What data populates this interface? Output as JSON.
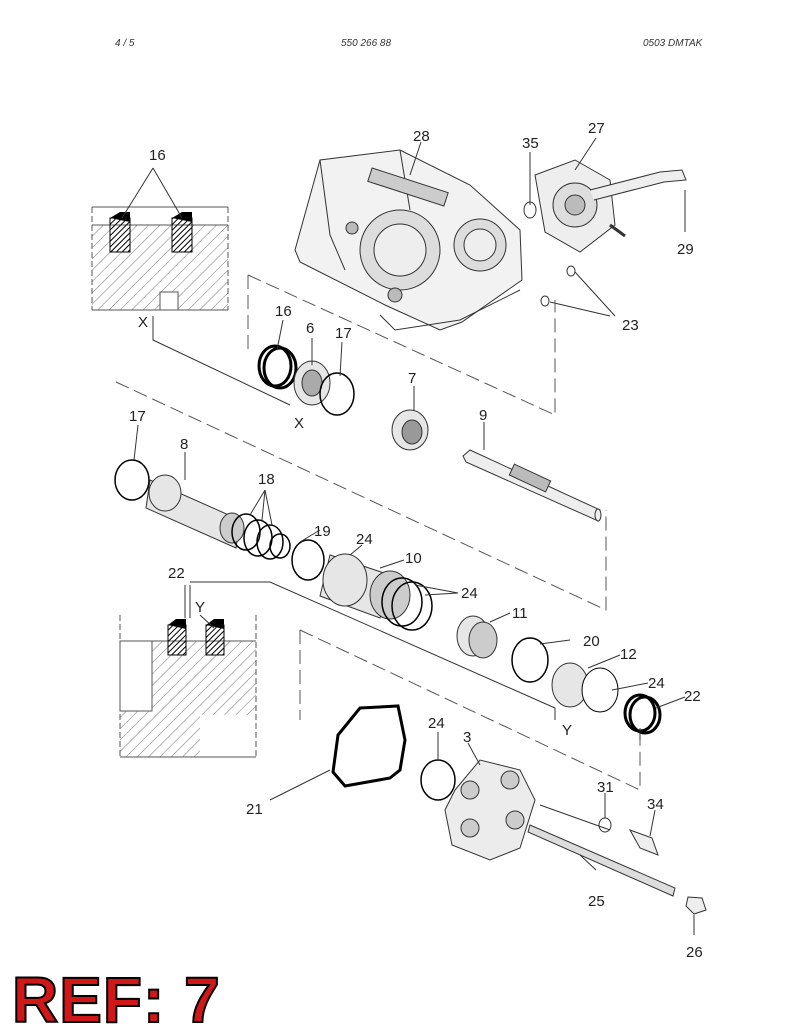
{
  "header": {
    "page": "4 /   5",
    "document_number": "550 266 88",
    "code": "0503   DMTAK"
  },
  "callouts": {
    "n16a": "16",
    "n28": "28",
    "n35": "35",
    "n27": "27",
    "n29": "29",
    "n23": "23",
    "xa": "X",
    "n16b": "16",
    "n6": "6",
    "n17a": "17",
    "n7": "7",
    "xb": "X",
    "n9": "9",
    "n17b": "17",
    "n8": "8",
    "n18": "18",
    "n19": "19",
    "n24a": "24",
    "n10": "10",
    "n22a": "22",
    "ya": "Y",
    "n24b": "24",
    "n11": "11",
    "n20": "20",
    "n12": "12",
    "n24c": "24",
    "n22b": "22",
    "yb": "Y",
    "n24d": "24",
    "n3": "3",
    "n21": "21",
    "n31": "31",
    "n34": "34",
    "n25": "25",
    "n26": "26"
  },
  "reference": "REF: 7"
}
